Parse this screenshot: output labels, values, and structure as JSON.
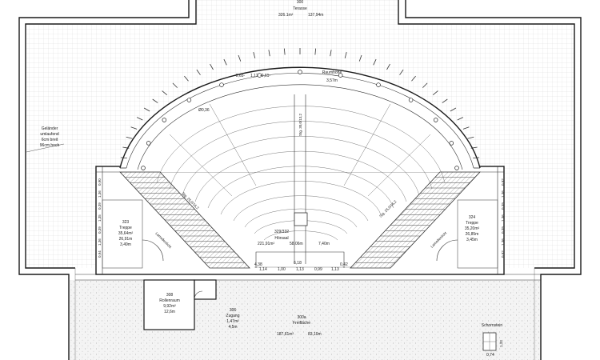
{
  "rooms": {
    "terrace": {
      "number": "300",
      "name": "Terasse",
      "area": "326.1m²",
      "perimeter": "137,94m"
    },
    "lecture_hall": {
      "number": "329/332",
      "name": "Hörsaal",
      "area": "221,91m²",
      "perimeter": "58,06m",
      "height": "7,40m"
    },
    "stair_left": {
      "number": "323",
      "name": "Treppe",
      "area": "35,64m²",
      "perimeter": "26,91m",
      "height": "3,49m"
    },
    "stair_right": {
      "number": "324",
      "name": "Treppe",
      "area": "35,20m²",
      "perimeter": "26,85m",
      "height": "3,45m"
    },
    "roller_room": {
      "number": "308",
      "name": "Rollenraum",
      "area": "9,92m²",
      "perimeter": "12,6m"
    },
    "access": {
      "number": "306",
      "name": "Zugang",
      "area": "1,47m²",
      "perimeter": "4,5m"
    },
    "open_area": {
      "number": "300a",
      "name": "Freifläche",
      "area": "187,61m²",
      "perimeter": "83,10m"
    }
  },
  "annotations": {
    "room_height_label": "Raumhöhe",
    "room_height_value": "3,57m",
    "railing_line1": "Geländer",
    "railing_line2": "umlaufend",
    "railing_line3": "6cm breit",
    "railing_line4": "96cm hoch",
    "chimney": "Schornstein",
    "chimney_dim": "0,74",
    "chimney_dim_v": "1,33",
    "column_diameter": "Ø0,36",
    "arc_dims": [
      "-0,65-",
      "1,12",
      "-0,61-"
    ],
    "bottom_dim_left": "4,38",
    "bottom_dim_total": "6,18",
    "bottom_dim_right": "0,42",
    "bottom_dims": [
      "1,14",
      "1,00",
      "1,13",
      "0,99",
      "1,13"
    ],
    "stair_center_label": "Stg. 30,0/13,2",
    "stair_left_label": "Stg. 25,0/16,2",
    "stair_right_label": "Stg. 25,0/16,2",
    "landing_left": "Lamellenlicht",
    "landing_right": "Lamellenlicht",
    "wall_dims_left": [
      "0,90",
      "1,36",
      "0,39",
      "1,35",
      "0,39",
      "1,36",
      "0,94"
    ],
    "wall_dims_right": [
      "0,92",
      "1,36",
      "0,39",
      "1,36",
      "0,39",
      "1,36",
      "0,92"
    ]
  }
}
